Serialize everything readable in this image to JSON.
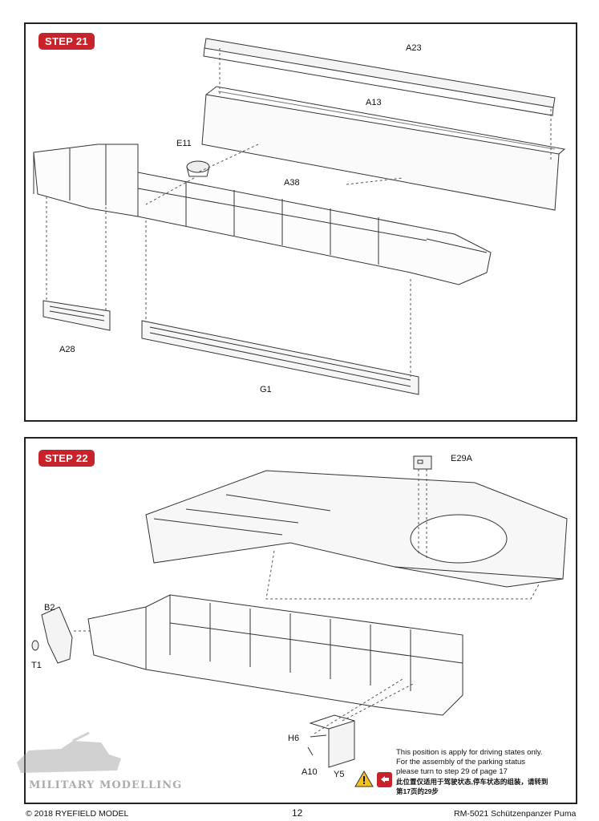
{
  "step21": {
    "badge": "STEP 21",
    "labels": {
      "a23": "A23",
      "a13": "A13",
      "e11": "E11",
      "a38": "A38",
      "a28": "A28",
      "g1": "G1"
    }
  },
  "step22": {
    "badge": "STEP 22",
    "labels": {
      "e29a": "E29A",
      "b2": "B2",
      "t1": "T1",
      "h6": "H6",
      "a10": "A10",
      "y5": "Y5"
    },
    "note": {
      "line1": "This position is apply for driving states only.",
      "line2": "For the assembly of the parking status",
      "line3": "please turn to step 29 of page 17",
      "line4": "此位置仅适用于驾驶状态,停车状态的组装，请转到",
      "line5": "第17页的29步"
    }
  },
  "footer": {
    "copyright": "© 2018 RYEFIELD MODEL",
    "page_number": "12",
    "product": "RM-5021 Schützenpanzer Puma"
  },
  "watermark": {
    "text": "MILITARY MODELLING"
  },
  "colors": {
    "badge": "#c8232a",
    "warning_yellow": "#f2c21b",
    "warning_red": "#c8232a"
  }
}
